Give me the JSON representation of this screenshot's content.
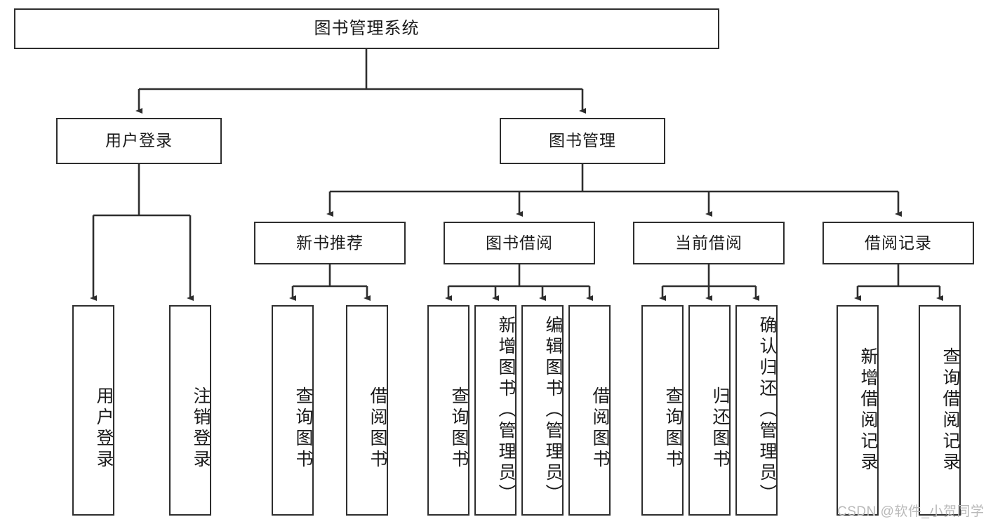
{
  "diagram": {
    "title": "图书管理系统",
    "type": "tree-structure-chart",
    "root": {
      "label": "图书管理系统"
    },
    "level2": [
      {
        "label": "用户登录"
      },
      {
        "label": "图书管理"
      }
    ],
    "level3": [
      {
        "label": "新书推荐"
      },
      {
        "label": "图书借阅"
      },
      {
        "label": "当前借阅"
      },
      {
        "label": "借阅记录"
      }
    ],
    "leaves": {
      "user_login": [
        {
          "label": "用户登录"
        },
        {
          "label": "注销登录"
        }
      ],
      "new_book_recommend": [
        {
          "label": "查询图书"
        },
        {
          "label": "借阅图书"
        }
      ],
      "book_borrow": [
        {
          "label": "查询图书"
        },
        {
          "label": "新增图书（管理员）"
        },
        {
          "label": "编辑图书（管理员）"
        },
        {
          "label": "借阅图书"
        }
      ],
      "current_borrow": [
        {
          "label": "查询图书"
        },
        {
          "label": "归还图书"
        },
        {
          "label": "确认归还（管理员）"
        }
      ],
      "borrow_records": [
        {
          "label": "新增借阅记录"
        },
        {
          "label": "查询借阅记录"
        }
      ]
    },
    "colors": {
      "stroke": "#2e2e2e",
      "fill": "#ffffff",
      "text": "#1a1a1a",
      "watermark": "#b9b9b9"
    }
  },
  "watermark": {
    "text": "CSDN @软件_小贺同学"
  }
}
